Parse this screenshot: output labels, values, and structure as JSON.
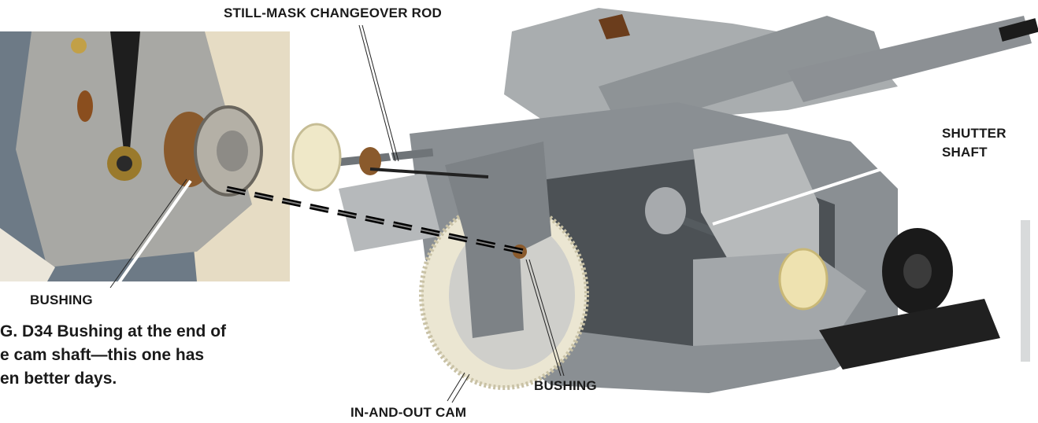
{
  "labels": {
    "still_mask": "STILL-MASK CHANGEOVER ROD",
    "shutter_line1": "SHUTTER",
    "shutter_line2": "SHAFT",
    "bushing_inset": "BUSHING",
    "bushing_main": "BUSHING",
    "in_and_out_cam": "IN-AND-OUT CAM"
  },
  "caption": {
    "line1": "G. D34 Bushing at the end of",
    "line2": "e cam shaft—this one has",
    "line3": "en better days."
  },
  "colors": {
    "label_text": "#1a1a1a",
    "metal": "#9ea3a6",
    "metal_dark": "#5e6468",
    "gear_cream": "#ebe6d2",
    "inset_plate": "#a8a8a4",
    "bronze": "#8a5a2c",
    "dashed_line": "#000000"
  }
}
